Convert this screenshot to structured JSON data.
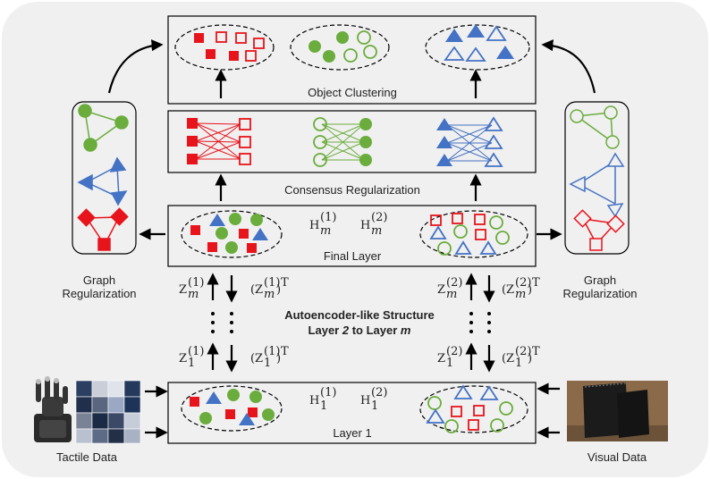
{
  "colors": {
    "red": "#e8141c",
    "green": "#6aad3c",
    "blue": "#4472c4",
    "bg": "#f0f0f0"
  },
  "labels": {
    "object_clustering": "Object Clustering",
    "consensus": "Consensus Regularization",
    "final_layer": "Final Layer",
    "layer1": "Layer 1",
    "graph_reg_left_1": "Graph",
    "graph_reg_left_2": "Regularization",
    "graph_reg_right_1": "Graph",
    "graph_reg_right_2": "Regularization",
    "autoenc_1": "Autoencoder-like Structure",
    "autoenc_2_pre": "Layer ",
    "autoenc_2_a": "2",
    "autoenc_2_mid": " to Layer ",
    "autoenc_2_b": "m",
    "tactile": "Tactile Data",
    "visual": "Visual Data"
  },
  "math": {
    "H": "H",
    "m": "m",
    "one": "1",
    "sup1": "(1)",
    "sup2": "(2)",
    "Z": "Z",
    "T": "T",
    "lp": "(",
    "rp": ")"
  }
}
